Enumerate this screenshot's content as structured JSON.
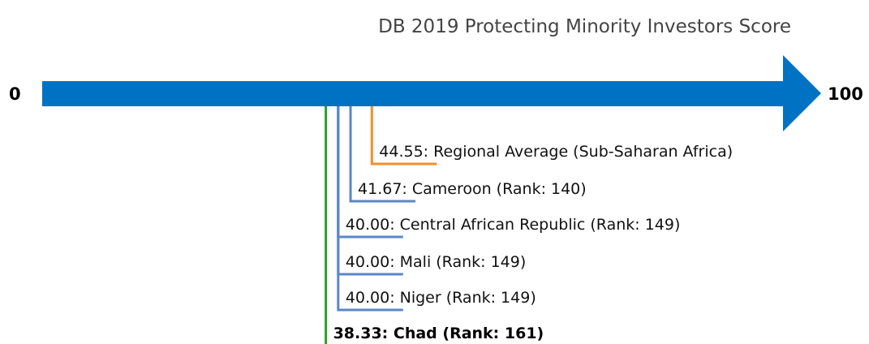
{
  "chart_data": {
    "type": "scale-line",
    "title": "DB 2019 Protecting Minority Investors Score",
    "min_label": "0",
    "max_label": "100",
    "xlim": [
      0,
      100
    ],
    "colors": {
      "axis": "#0072C3",
      "regional": "#F28E2B",
      "peer": "#5B87C7",
      "focus": "#2CA02C"
    },
    "points": [
      {
        "value": 44.55,
        "label": "44.55: Regional Average (Sub-Saharan Africa)",
        "kind": "regional"
      },
      {
        "value": 41.67,
        "label": "41.67: Cameroon (Rank: 140)",
        "kind": "peer"
      },
      {
        "value": 40.0,
        "label": "40.00: Central African Republic (Rank: 149)",
        "kind": "peer"
      },
      {
        "value": 40.0,
        "label": "40.00: Mali (Rank: 149)",
        "kind": "peer"
      },
      {
        "value": 40.0,
        "label": "40.00: Niger (Rank: 149)",
        "kind": "peer"
      },
      {
        "value": 38.33,
        "label": "38.33: Chad (Rank: 161)",
        "kind": "focus"
      }
    ]
  }
}
